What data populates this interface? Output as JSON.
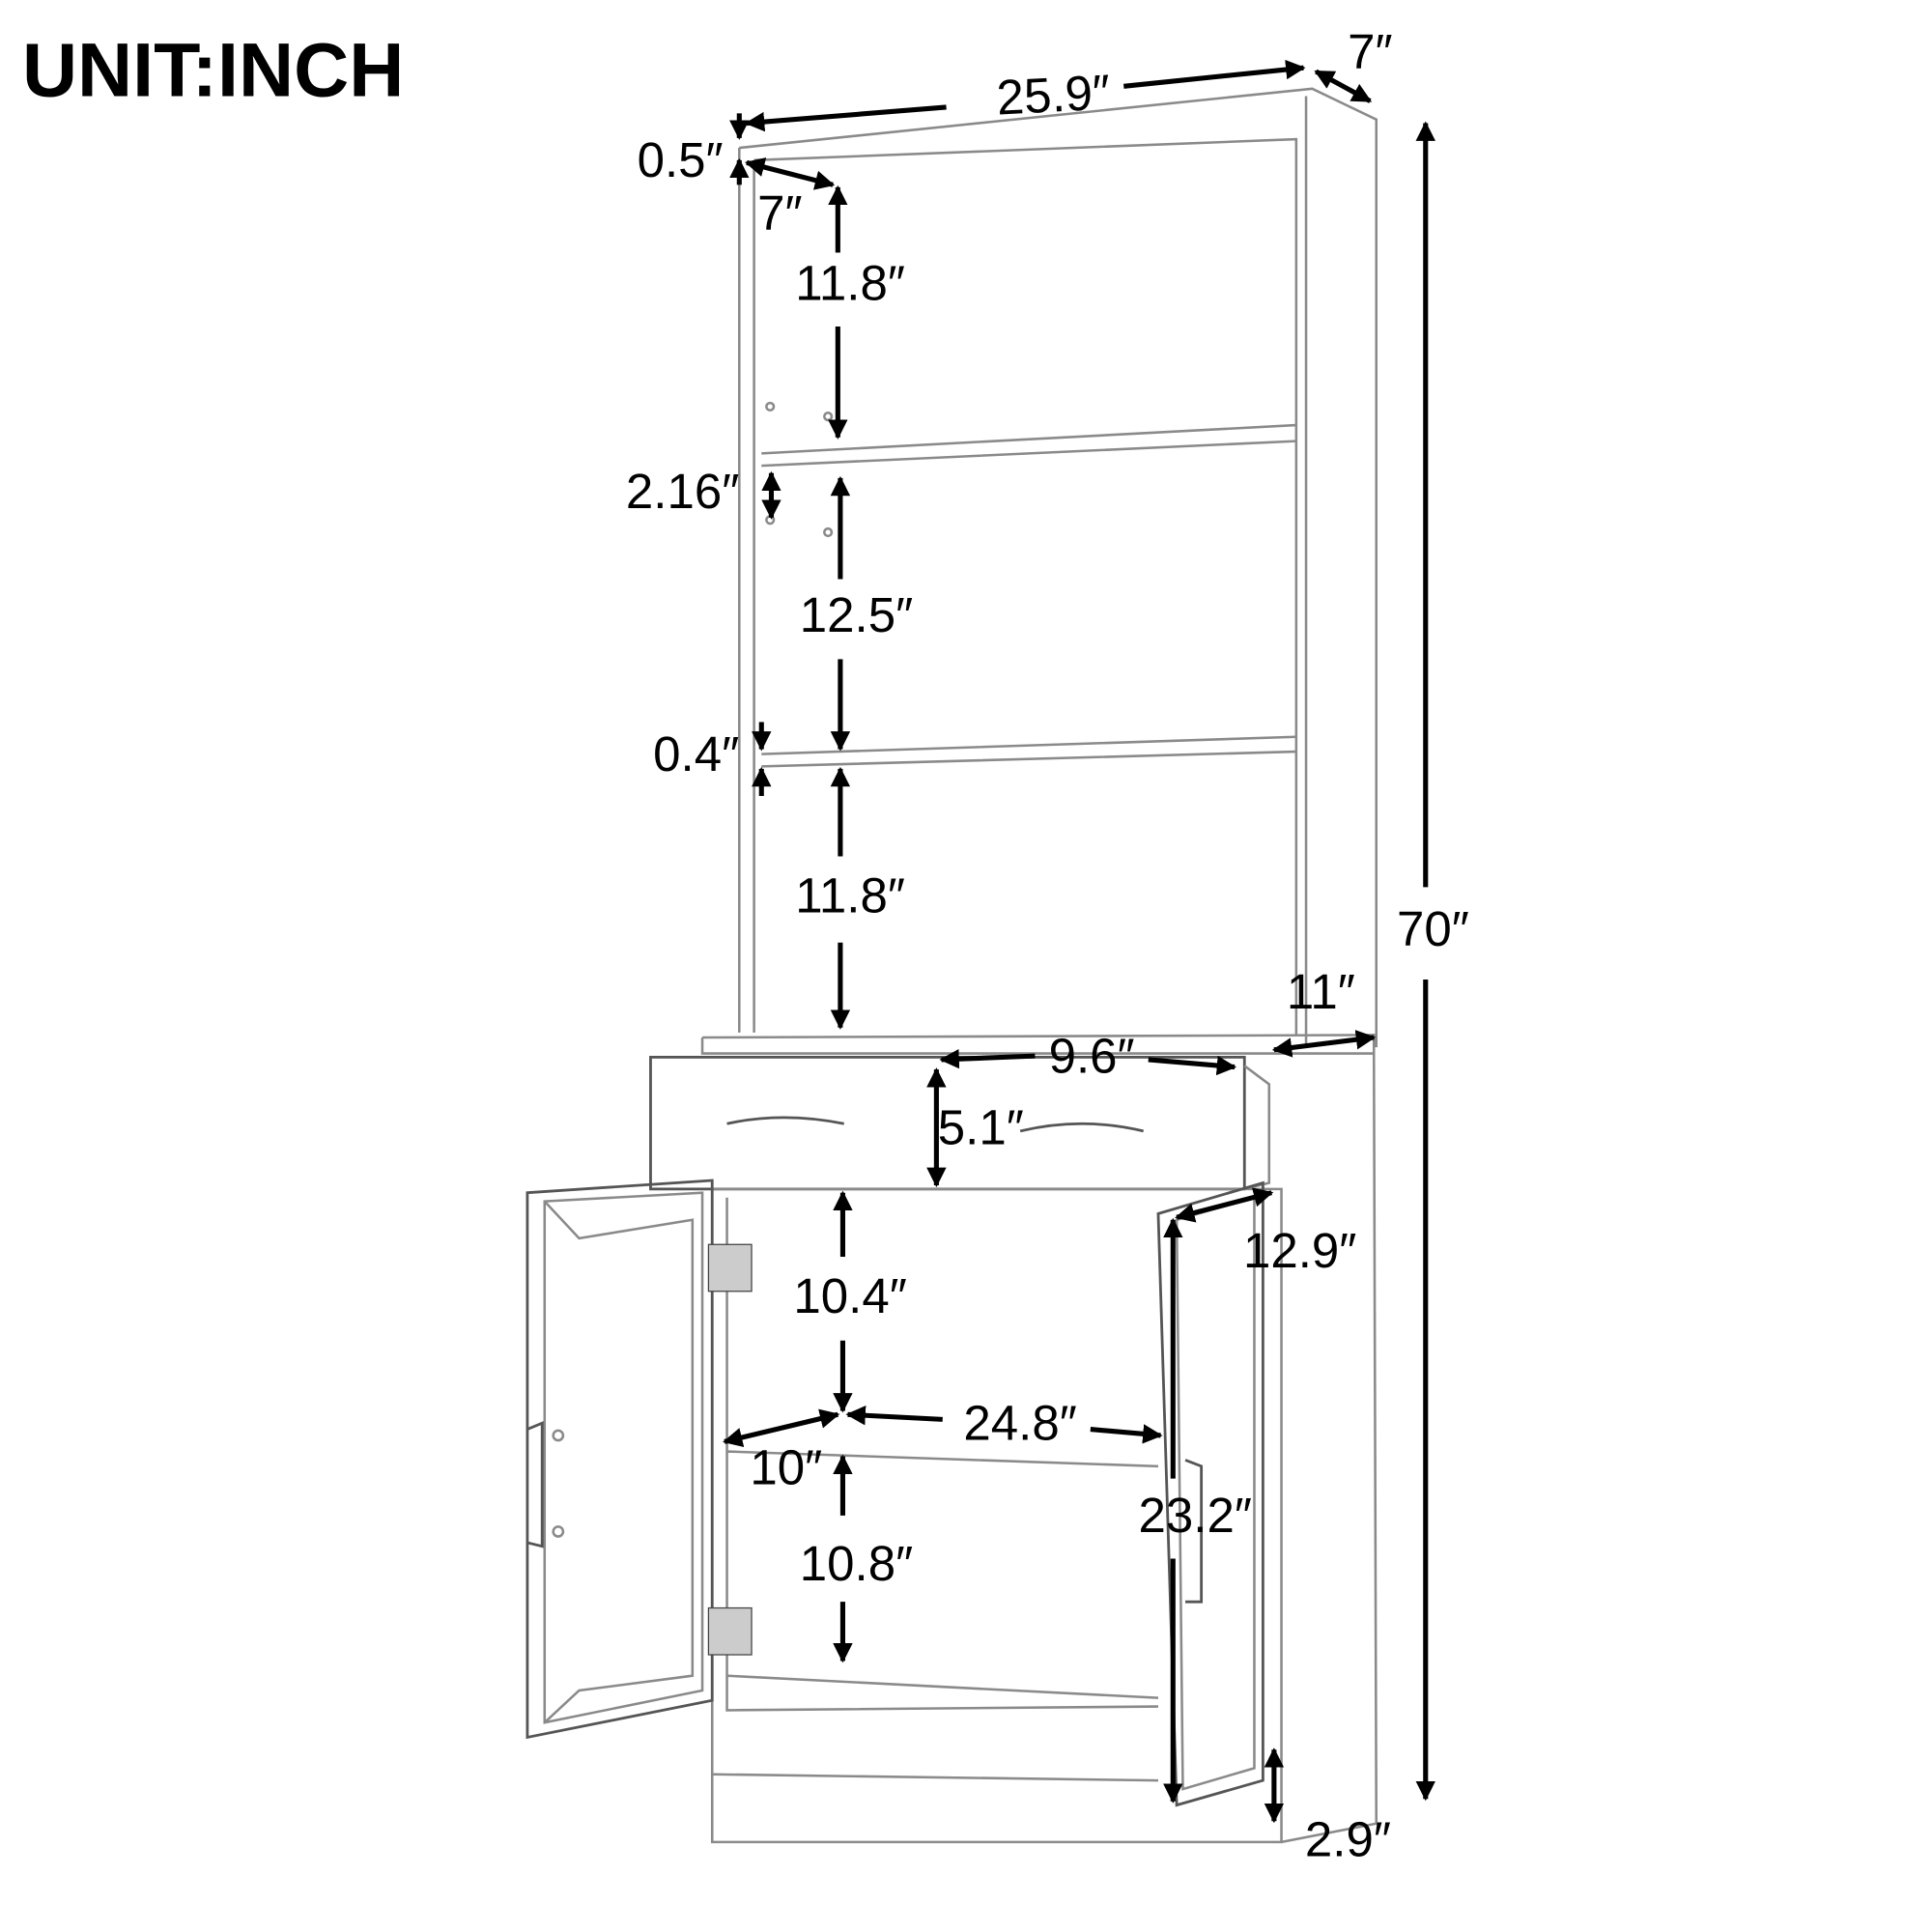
{
  "unit_label": "UNIT:INCH",
  "dimensions": {
    "overall_width": "25.9″",
    "top_depth": "7″",
    "top_thickness": "0.5″",
    "inner_depth": "7″",
    "top_shelf_height": "11.8″",
    "shelf_pin_gap": "2.16″",
    "middle_shelf_height": "12.5″",
    "shelf_thickness": "0.4″",
    "lower_shelf_height": "11.8″",
    "overall_height": "70″",
    "base_depth": "11″",
    "drawer_depth": "9.6″",
    "drawer_height": "5.1″",
    "cabinet_depth": "12.9″",
    "cabinet_upper_height": "10.4″",
    "cabinet_inner_width": "24.8″",
    "cabinet_shelf_depth": "10″",
    "door_height": "23.2″",
    "cabinet_lower_height": "10.8″",
    "base_height": "2.9″"
  },
  "colors": {
    "line": "#8a8a8a",
    "dimension": "#000000"
  }
}
